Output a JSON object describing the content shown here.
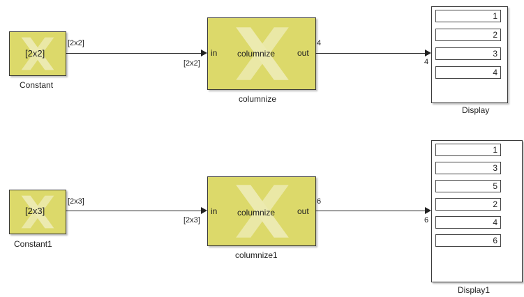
{
  "constant_top": {
    "value_label": "[2x2]",
    "name": "Constant",
    "wire_label": "[2x2]"
  },
  "columnize_top": {
    "in_dim": "[2x2]",
    "in_port": "in",
    "title": "columnize",
    "out_port": "out",
    "out_dim": "4",
    "name": "columnize"
  },
  "display_top": {
    "in_dim": "4",
    "name": "Display",
    "values": [
      "1",
      "2",
      "3",
      "4"
    ]
  },
  "constant_bottom": {
    "value_label": "[2x3]",
    "name": "Constant1",
    "wire_label": "[2x3]"
  },
  "columnize_bottom": {
    "in_dim": "[2x3]",
    "in_port": "in",
    "title": "columnize",
    "out_port": "out",
    "out_dim": "6",
    "name": "columnize1"
  },
  "display_bottom": {
    "in_dim": "6",
    "name": "Display1",
    "values": [
      "1",
      "3",
      "5",
      "2",
      "4",
      "6"
    ]
  },
  "colors": {
    "block_fill": "#dcd96a",
    "logo_fill": "#eceab0"
  }
}
